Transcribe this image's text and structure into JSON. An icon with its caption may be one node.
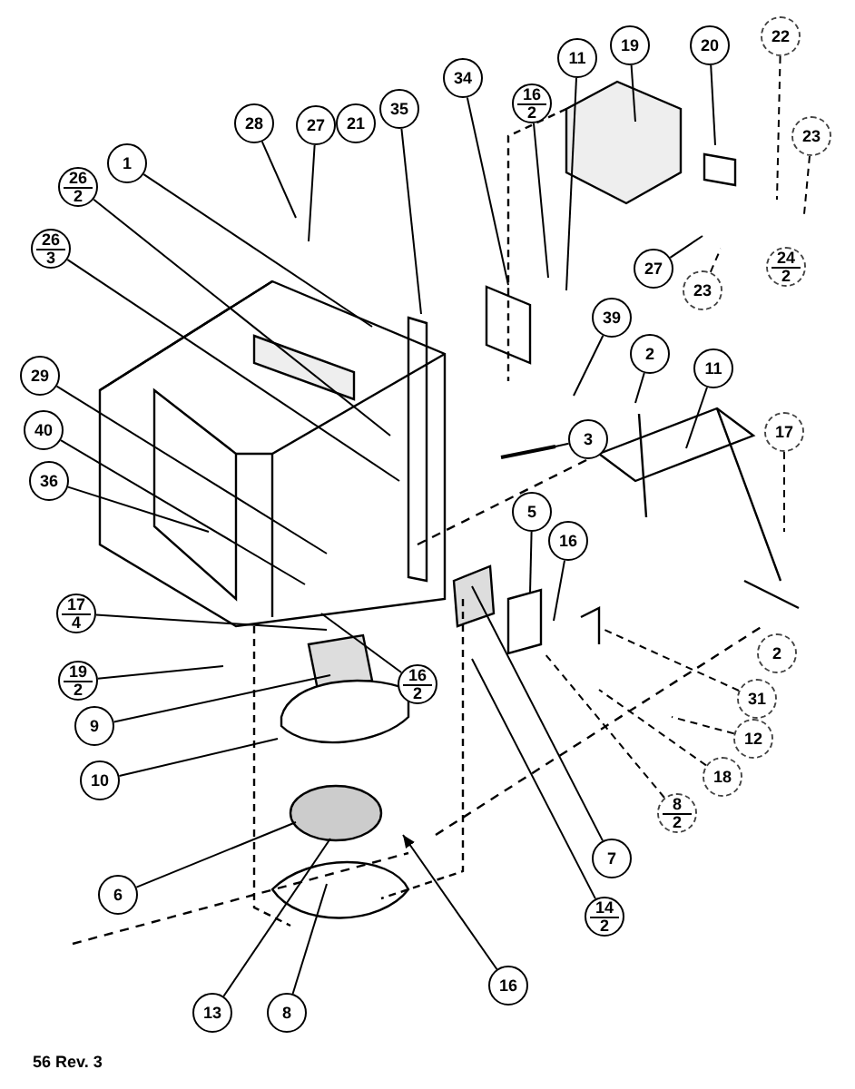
{
  "diagram": {
    "nodes": [
      {
        "text": [
          "19"
        ]
      },
      {
        "text": [
          "20"
        ]
      },
      {
        "text": [
          "22"
        ]
      },
      {
        "text": [
          "11"
        ]
      },
      {
        "text": [
          "34"
        ]
      },
      {
        "text": [
          "16",
          "2"
        ]
      },
      {
        "text": [
          "35"
        ]
      },
      {
        "text": [
          "28"
        ]
      },
      {
        "text": [
          "27"
        ]
      },
      {
        "text": [
          "21"
        ]
      },
      {
        "text": [
          "23"
        ]
      },
      {
        "text": [
          "1"
        ]
      },
      {
        "text": [
          "26",
          "2"
        ]
      },
      {
        "text": [
          "26",
          "3"
        ]
      },
      {
        "text": [
          "24",
          "2"
        ]
      },
      {
        "text": [
          "27"
        ]
      },
      {
        "text": [
          "23"
        ]
      },
      {
        "text": [
          "39"
        ]
      },
      {
        "text": [
          "2"
        ]
      },
      {
        "text": [
          "11"
        ]
      },
      {
        "text": [
          "29"
        ]
      },
      {
        "text": [
          "3"
        ]
      },
      {
        "text": [
          "17"
        ]
      },
      {
        "text": [
          "40"
        ]
      },
      {
        "text": [
          "36"
        ]
      },
      {
        "text": [
          "5"
        ]
      },
      {
        "text": [
          "16"
        ]
      },
      {
        "text": [
          "17",
          "4"
        ]
      },
      {
        "text": [
          "2"
        ]
      },
      {
        "text": [
          "19",
          "2"
        ]
      },
      {
        "text": [
          "16",
          "2"
        ]
      },
      {
        "text": [
          "31"
        ]
      },
      {
        "text": [
          "9"
        ]
      },
      {
        "text": [
          "12"
        ]
      },
      {
        "text": [
          "18"
        ]
      },
      {
        "text": [
          "10"
        ]
      },
      {
        "text": [
          "8",
          "2"
        ]
      },
      {
        "text": [
          "7"
        ]
      },
      {
        "text": [
          "6"
        ]
      },
      {
        "text": [
          "14",
          "2"
        ]
      },
      {
        "text": [
          "16"
        ]
      },
      {
        "text": [
          "13"
        ]
      },
      {
        "text": [
          "8"
        ]
      }
    ],
    "edges": [
      {
        "from": 0,
        "to": null,
        "arrow": "none"
      },
      {
        "from": 1,
        "to": null,
        "arrow": "none"
      },
      {
        "from": 2,
        "to": null,
        "arrow": "none",
        "style": "dashed"
      },
      {
        "from": 3,
        "to": null,
        "arrow": "none"
      },
      {
        "from": 4,
        "to": null,
        "arrow": "none"
      },
      {
        "from": 5,
        "to": null,
        "arrow": "none"
      },
      {
        "from": 6,
        "to": null,
        "arrow": "none"
      },
      {
        "from": 7,
        "to": null,
        "arrow": "none"
      },
      {
        "from": 8,
        "to": null,
        "arrow": "none"
      },
      {
        "from": 10,
        "to": null,
        "arrow": "none",
        "style": "dashed"
      },
      {
        "from": 11,
        "to": null,
        "arrow": "none"
      },
      {
        "from": 12,
        "to": null,
        "arrow": "none"
      },
      {
        "from": 13,
        "to": null,
        "arrow": "none"
      },
      {
        "from": 15,
        "to": null,
        "arrow": "none"
      },
      {
        "from": 16,
        "to": null,
        "arrow": "none",
        "style": "dashed"
      },
      {
        "from": 17,
        "to": null,
        "arrow": "none"
      },
      {
        "from": 18,
        "to": null,
        "arrow": "none"
      },
      {
        "from": 19,
        "to": null,
        "arrow": "none"
      },
      {
        "from": 20,
        "to": null,
        "arrow": "none"
      },
      {
        "from": 21,
        "to": null,
        "arrow": "none"
      },
      {
        "from": 22,
        "to": null,
        "arrow": "none",
        "style": "dashed"
      },
      {
        "from": 23,
        "to": null,
        "arrow": "none"
      },
      {
        "from": 24,
        "to": null,
        "arrow": "none"
      },
      {
        "from": 25,
        "to": null,
        "arrow": "none"
      },
      {
        "from": 26,
        "to": null,
        "arrow": "none"
      },
      {
        "from": 27,
        "to": null,
        "arrow": "none"
      },
      {
        "from": 29,
        "to": null,
        "arrow": "none"
      },
      {
        "from": 30,
        "to": null,
        "arrow": "none"
      },
      {
        "from": 31,
        "to": null,
        "arrow": "none",
        "style": "dashed"
      },
      {
        "from": 32,
        "to": null,
        "arrow": "none"
      },
      {
        "from": 33,
        "to": null,
        "arrow": "none",
        "style": "dashed"
      },
      {
        "from": 34,
        "to": null,
        "arrow": "none",
        "style": "dashed"
      },
      {
        "from": 35,
        "to": null,
        "arrow": "none"
      },
      {
        "from": 36,
        "to": null,
        "arrow": "none",
        "style": "dashed"
      },
      {
        "from": 37,
        "to": null,
        "arrow": "none"
      },
      {
        "from": 38,
        "to": null,
        "arrow": "none"
      },
      {
        "from": 39,
        "to": null,
        "arrow": "none"
      },
      {
        "from": 40,
        "to": null,
        "arrow": "to"
      },
      {
        "from": 41,
        "to": null,
        "arrow": "none"
      },
      {
        "from": 42,
        "to": null,
        "arrow": "none"
      }
    ],
    "labels": [
      "56 Rev. 3"
    ]
  }
}
